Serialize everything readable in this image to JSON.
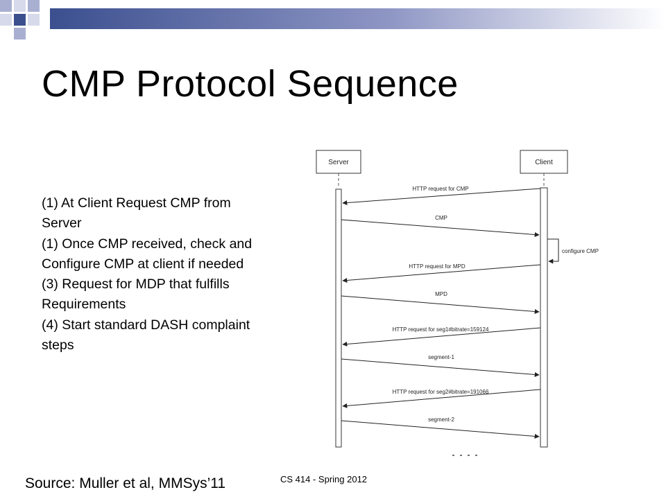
{
  "slide": {
    "title": "CMP Protocol Sequence",
    "steps": [
      "(1) At Client Request CMP from",
      "Server",
      "(1) Once CMP received, check and",
      "Configure CMP at client if needed",
      "(3) Request for MDP that fulfills",
      "Requirements",
      "(4) Start standard DASH complaint",
      "steps"
    ],
    "source": "Source: Muller et al, MMSys’11",
    "footer": "CS 414 - Spring 2012"
  },
  "diagram": {
    "actors": {
      "server": "Server",
      "client": "Client"
    },
    "self_message": "configure CMP",
    "messages": [
      {
        "label": "HTTP request for CMP",
        "direction": "client-to-server"
      },
      {
        "label": "CMP",
        "direction": "server-to-client"
      },
      {
        "label": "HTTP request for MPD",
        "direction": "client-to-server"
      },
      {
        "label": "MPD",
        "direction": "server-to-client"
      },
      {
        "label": "HTTP request for seg1#bitrate=159124",
        "direction": "client-to-server"
      },
      {
        "label": "segment-1",
        "direction": "server-to-client"
      },
      {
        "label": "HTTP request for seg2#bitrate=191066",
        "direction": "client-to-server"
      },
      {
        "label": "segment-2",
        "direction": "server-to-client"
      }
    ]
  },
  "colors": {
    "accent_blue": "#3B4F8F",
    "accent_lavender": "#A9AFD1",
    "accent_light": "#D7DAEA"
  }
}
